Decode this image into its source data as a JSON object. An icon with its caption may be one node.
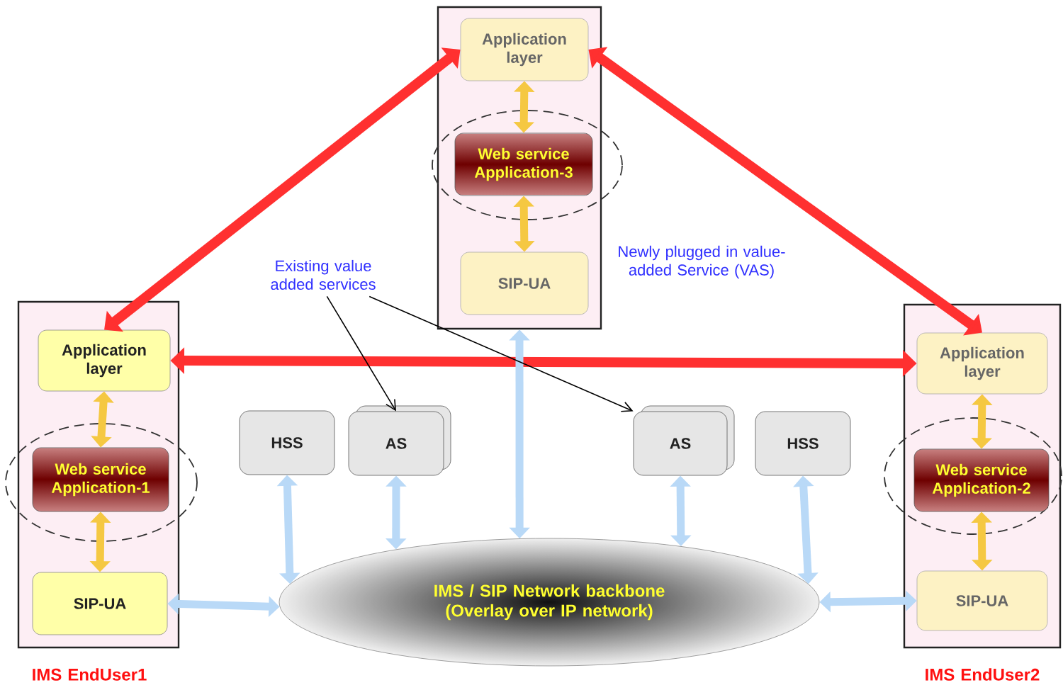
{
  "diagram": {
    "nodes": [
      {
        "text": [],
        "shape": "box",
        "beside": [
          "Newly plugged in value-added Service (VAS)"
        ]
      },
      {
        "text": [
          "Application layer"
        ],
        "in": 0
      },
      {
        "text": [],
        "shape": "ellipse"
      },
      {
        "text": [
          "Web service Application-3"
        ],
        "in": 2
      },
      {
        "text": [
          "SIP-UA"
        ],
        "in": 0
      },
      {
        "text": [],
        "shape": "box",
        "beside": [
          "IMS EndUser1"
        ]
      },
      {
        "text": [
          "Application layer"
        ],
        "in": 5
      },
      {
        "text": [],
        "shape": "ellipse"
      },
      {
        "text": [
          "Web service Application-1"
        ],
        "in": 7
      },
      {
        "text": [
          "SIP-UA"
        ],
        "in": 5
      },
      {
        "text": [],
        "shape": "box",
        "beside": [
          "IMS EndUser2"
        ]
      },
      {
        "text": [
          "Application layer"
        ],
        "in": 10
      },
      {
        "text": [],
        "shape": "ellipse"
      },
      {
        "text": [
          "Web service Application-2"
        ],
        "in": 12
      },
      {
        "text": [
          "SIP-UA"
        ],
        "in": 10
      },
      {
        "text": [
          "Existing value added services"
        ]
      },
      {
        "text": [
          "HSS"
        ]
      },
      {
        "text": [
          "AS"
        ]
      },
      {
        "text": [
          "AS"
        ]
      },
      {
        "text": [
          "HSS"
        ]
      },
      {
        "text": [
          "IMS / SIP Network backbone (Overlay over IP network)"
        ]
      }
    ],
    "edges": [
      {
        "from": 1,
        "to": 6,
        "arrow": "both",
        "color": "#ff3030"
      },
      {
        "from": 1,
        "to": 11,
        "arrow": "both",
        "color": "#ff3030"
      },
      {
        "from": 6,
        "to": 11,
        "arrow": "both",
        "color": "#ff3030"
      },
      {
        "from": 1,
        "to": 3,
        "arrow": "both",
        "color": "#f5c842"
      },
      {
        "from": 3,
        "to": 4,
        "arrow": "both",
        "color": "#f5c842"
      },
      {
        "from": 6,
        "to": 8,
        "arrow": "both",
        "color": "#f5c842"
      },
      {
        "from": 8,
        "to": 9,
        "arrow": "both",
        "color": "#f5c842"
      },
      {
        "from": 11,
        "to": 13,
        "arrow": "both",
        "color": "#f5c842"
      },
      {
        "from": 13,
        "to": 14,
        "arrow": "both",
        "color": "#f5c842"
      },
      {
        "from": 9,
        "to": 20,
        "arrow": "both"
      },
      {
        "from": 16,
        "to": 20,
        "arrow": "both"
      },
      {
        "from": 17,
        "to": 20,
        "arrow": "both"
      },
      {
        "from": 0,
        "to": 20,
        "arrow": "both"
      },
      {
        "from": 18,
        "to": 20,
        "arrow": "both"
      },
      {
        "from": 19,
        "to": 20,
        "arrow": "both"
      },
      {
        "from": 14,
        "to": 20,
        "arrow": "both"
      },
      {
        "from": 15,
        "to": 17,
        "arrow": "to",
        "color": "#000000"
      },
      {
        "from": 15,
        "to": 18,
        "arrow": "to",
        "color": "#000000"
      }
    ]
  }
}
